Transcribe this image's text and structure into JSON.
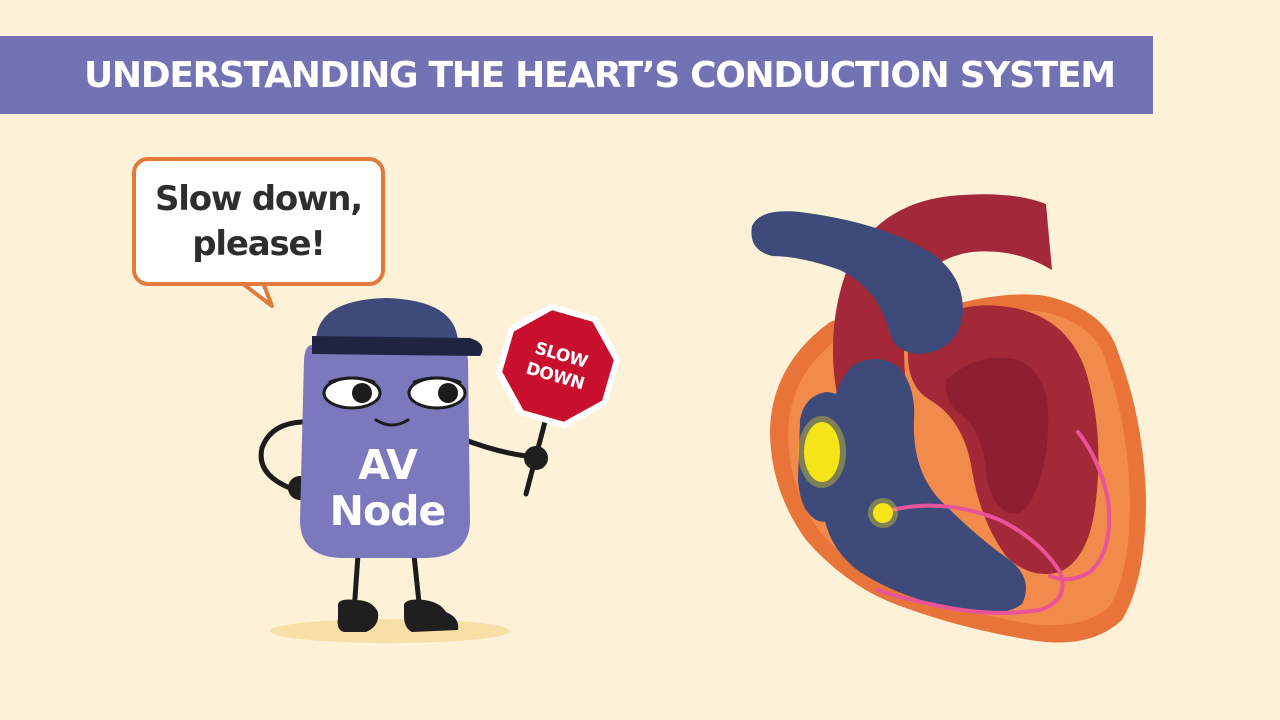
{
  "title": "UNDERSTANDING THE HEART’S CONDUCTION SYSTEM",
  "speech_bubble": {
    "line1": "Slow down,",
    "line2": "please!"
  },
  "character": {
    "label_line1": "AV",
    "label_line2": "Node"
  },
  "stop_sign": {
    "line1": "SLOW",
    "line2": "DOWN"
  },
  "colors": {
    "background": "#fdf2d8",
    "banner": "#7272b5",
    "title_text": "#ffffff",
    "bubble_border": "#e27a3c",
    "character_body": "#7b78bd",
    "character_cap": "#3e4a7a",
    "stop_sign": "#c8102e",
    "heart_outer": "#e9743a",
    "heart_inner": "#a32838",
    "vein_blue": "#3e4a7a",
    "conduction_pink": "#e8549a",
    "node_yellow": "#f6e41a"
  },
  "icons": {
    "stop_sign": "stop-sign-icon",
    "heart": "heart-anatomy-icon"
  }
}
